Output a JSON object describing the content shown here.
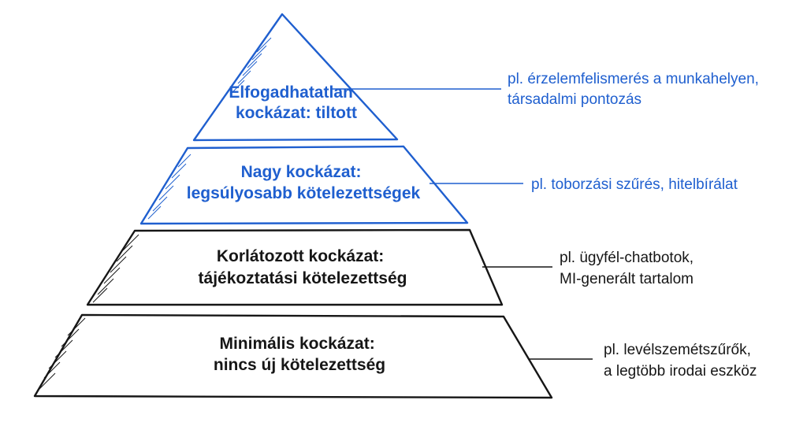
{
  "colors": {
    "ink": "#161616",
    "accent": "#1f5fcf"
  },
  "tiers": [
    {
      "key": "unacceptable",
      "color": "accent",
      "title_lines": [
        "Elfogadhatatlan",
        "kockázat: tiltott"
      ],
      "example_lines": [
        "pl. érzelemfelismerés a munkahelyen,",
        "társadalmi pontozás"
      ]
    },
    {
      "key": "high",
      "color": "accent",
      "title_lines": [
        "Nagy kockázat:",
        "legsúlyosabb kötelezettségek"
      ],
      "example_lines": [
        "pl. toborzási szűrés, hitelbírálat"
      ]
    },
    {
      "key": "limited",
      "color": "ink",
      "title_lines": [
        "Korlátozott kockázat:",
        "tájékoztatási kötelezettség"
      ],
      "example_lines": [
        "pl. ügyfél-chatbotok,",
        "MI-generált tartalom"
      ]
    },
    {
      "key": "minimal",
      "color": "ink",
      "title_lines": [
        "Minimális kockázat:",
        "nincs új kötelezettség"
      ],
      "example_lines": [
        "pl. levélszemétszűrők,",
        "a legtöbb irodai eszköz"
      ]
    }
  ]
}
